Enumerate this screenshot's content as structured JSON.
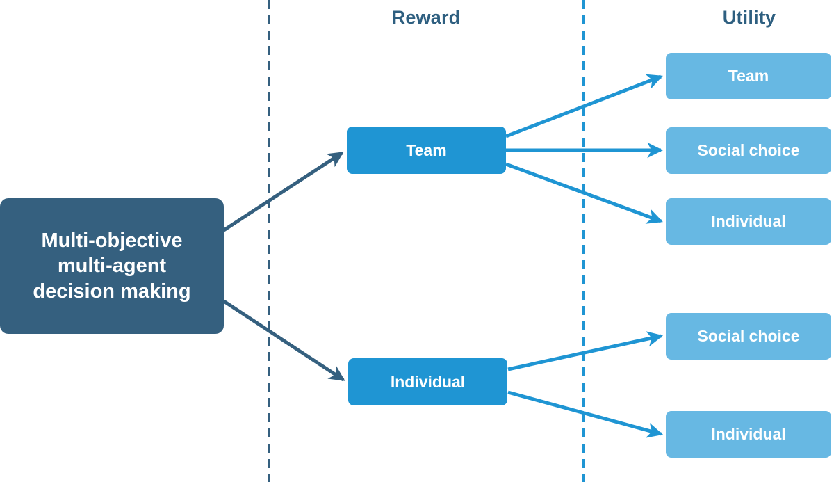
{
  "diagram": {
    "title_root": "Multi-objective multi-agent decision making",
    "columns": {
      "reward_label": "Reward",
      "utility_label": "Utility"
    },
    "colors": {
      "root_fill": "#35607f",
      "reward_fill": "#1f95d3",
      "utility_fill": "#67b8e3",
      "header_text": "#2e5f80",
      "node_text": "#ffffff",
      "divider_left": "#35607f",
      "divider_right": "#1f95d3",
      "edge_dark": "#35607f",
      "edge_light": "#1f95d3",
      "background": "#ffffff"
    },
    "nodes": {
      "root": "Multi-objective\nmulti-agent\ndecision making",
      "root_line1": "Multi-objective",
      "root_line2": "multi-agent",
      "root_line3": "decision making",
      "reward_team": "Team",
      "reward_individual": "Individual",
      "utility_team": "Team",
      "utility_social_choice_top": "Social choice",
      "utility_individual_top": "Individual",
      "utility_social_choice_bottom": "Social choice",
      "utility_individual_bottom": "Individual"
    },
    "edges": [
      {
        "from": "root",
        "to": "reward_team",
        "style": "dark"
      },
      {
        "from": "root",
        "to": "reward_individual",
        "style": "dark"
      },
      {
        "from": "reward_team",
        "to": "utility_team",
        "style": "light"
      },
      {
        "from": "reward_team",
        "to": "utility_social_choice_top",
        "style": "light"
      },
      {
        "from": "reward_team",
        "to": "utility_individual_top",
        "style": "light"
      },
      {
        "from": "reward_individual",
        "to": "utility_social_choice_bottom",
        "style": "light"
      },
      {
        "from": "reward_individual",
        "to": "utility_individual_bottom",
        "style": "light"
      }
    ]
  }
}
